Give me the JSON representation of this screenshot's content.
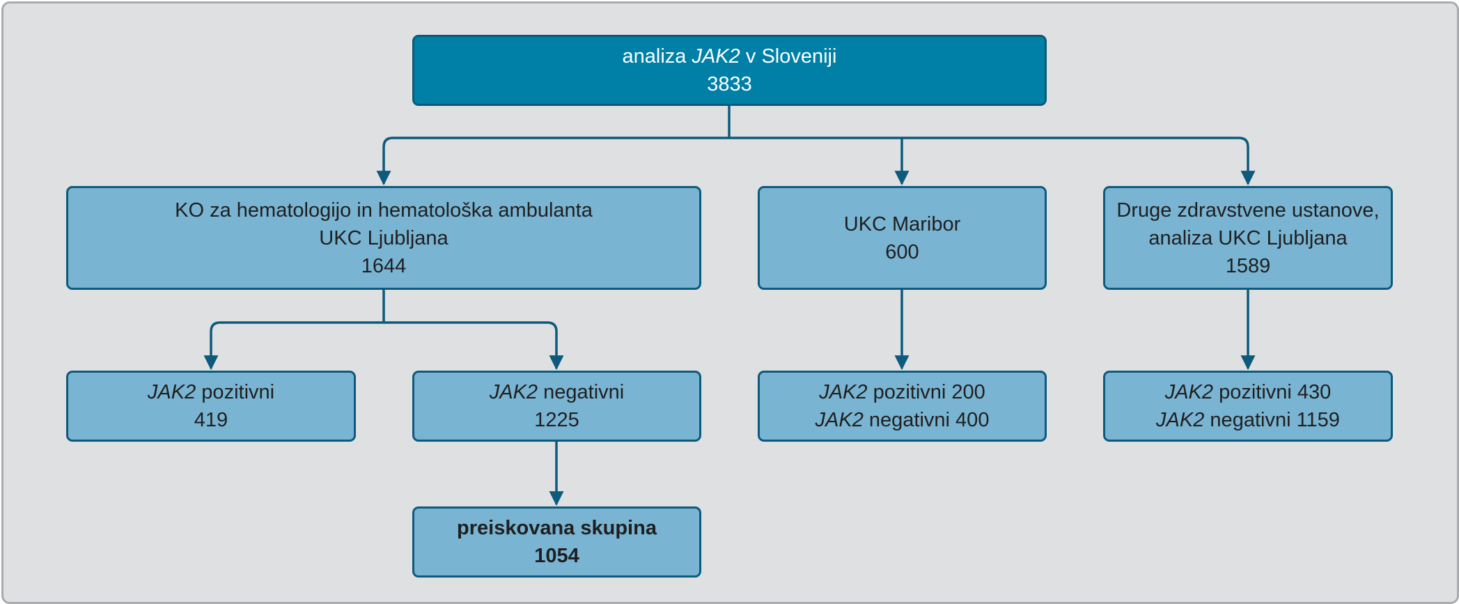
{
  "colors": {
    "background": "#dfe0e2",
    "frame_border": "#a9abae",
    "root_fill": "#0080a6",
    "node_fill": "#79b4d2",
    "node_border": "#0d5a7c",
    "connector": "#0d5a7c"
  },
  "nodes": {
    "root": {
      "title_pre": "analiza ",
      "title_gene": "JAK2",
      "title_post": " v Sloveniji",
      "count": "3833"
    },
    "ljubljana": {
      "line1": "KO za hematologijo in hematološka ambulanta",
      "line2": "UKC Ljubljana",
      "count": "1644"
    },
    "maribor": {
      "line1": "UKC Maribor",
      "count": "600"
    },
    "other": {
      "line1": "Druge zdravstvene ustanove,",
      "line2": "analiza UKC Ljubljana",
      "count": "1589"
    },
    "lj_positive": {
      "gene": "JAK2",
      "label": " pozitivni",
      "count": "419"
    },
    "lj_negative": {
      "gene": "JAK2",
      "label": " negativni",
      "count": "1225"
    },
    "mb_results": {
      "gene_pos": "JAK2",
      "positive": " pozitivni 200",
      "gene_neg": "JAK2",
      "negative": " negativni 400"
    },
    "other_results": {
      "gene_pos": "JAK2",
      "positive": " pozitivni 430",
      "gene_neg": "JAK2",
      "negative": " negativni 1159"
    },
    "study_group": {
      "label": "preiskovana skupina",
      "count": "1054"
    }
  }
}
